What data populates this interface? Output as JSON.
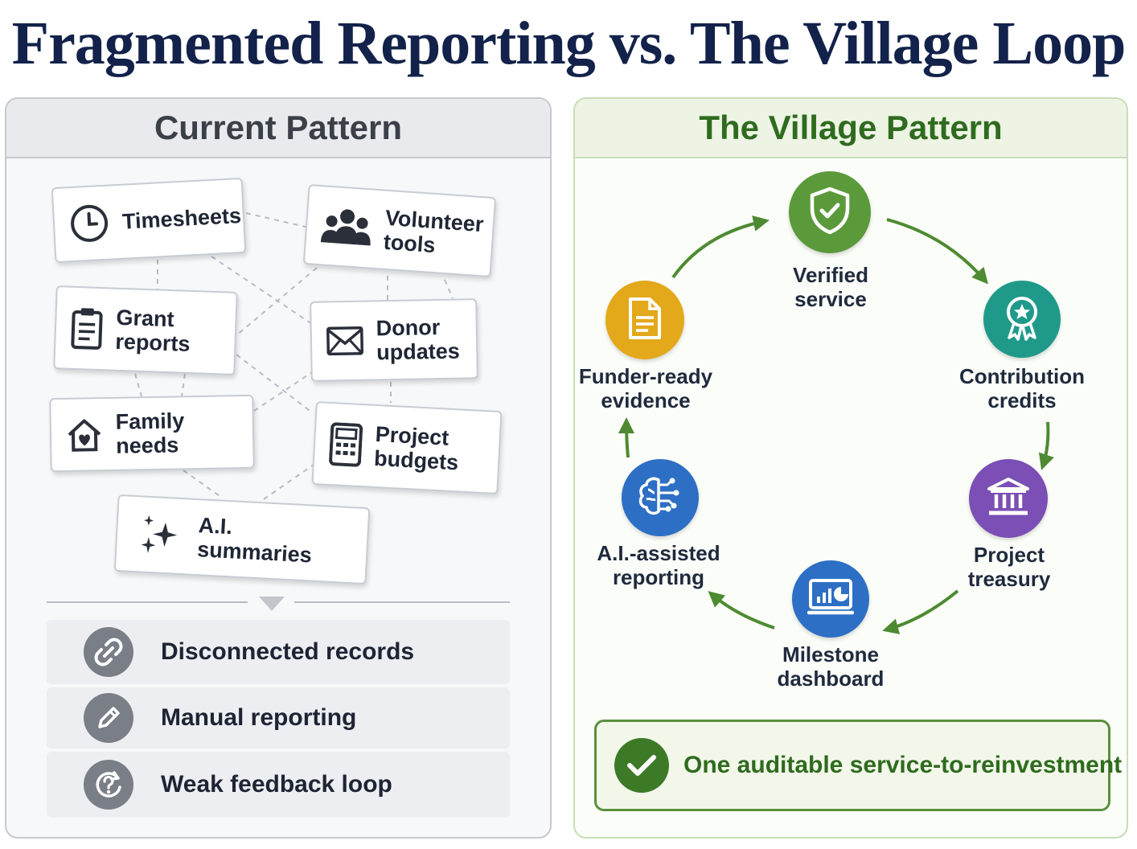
{
  "title": "Fragmented Reporting vs. The Village Loop",
  "left_panel": {
    "heading": "Current Pattern",
    "cards": [
      {
        "label": "Timesheets",
        "icon": "clock-icon"
      },
      {
        "label": "Volunteer\ntools",
        "icon": "people-icon"
      },
      {
        "label": "Grant\nreports",
        "icon": "clipboard-icon"
      },
      {
        "label": "Donor\nupdates",
        "icon": "envelope-icon"
      },
      {
        "label": "Family needs",
        "icon": "house-heart-icon"
      },
      {
        "label": "Project\nbudgets",
        "icon": "calculator-icon"
      },
      {
        "label": "A.I. summaries",
        "icon": "sparkles-icon"
      }
    ],
    "issues": [
      {
        "label": "Disconnected records",
        "icon": "broken-link-icon"
      },
      {
        "label": "Manual reporting",
        "icon": "pencil-icon"
      },
      {
        "label": "Weak feedback loop",
        "icon": "question-cycle-icon"
      }
    ]
  },
  "right_panel": {
    "heading": "The Village Pattern",
    "nodes": [
      {
        "label": "Verified\nservice",
        "icon": "shield-check-icon",
        "color": "#5b9a3a"
      },
      {
        "label": "Contribution\ncredits",
        "icon": "award-ribbon-icon",
        "color": "#1f9a8a"
      },
      {
        "label": "Project\ntreasury",
        "icon": "bank-icon",
        "color": "#7b4fb5"
      },
      {
        "label": "Milestone\ndashboard",
        "icon": "monitor-chart-icon",
        "color": "#2d6fc4"
      },
      {
        "label": "A.I.-assisted\nreporting",
        "icon": "brain-circuit-icon",
        "color": "#2d6fc4"
      },
      {
        "label": "Funder-ready\nevidence",
        "icon": "document-icon",
        "color": "#e3a91b"
      }
    ],
    "banner": {
      "text": "One auditable service-to-reinvestment loop",
      "icon": "check-circle-icon"
    }
  },
  "colors": {
    "title": "#13224a",
    "left_accent": "#7a7e86",
    "right_accent": "#2f6b1f",
    "arrow": "#4e8a31"
  }
}
